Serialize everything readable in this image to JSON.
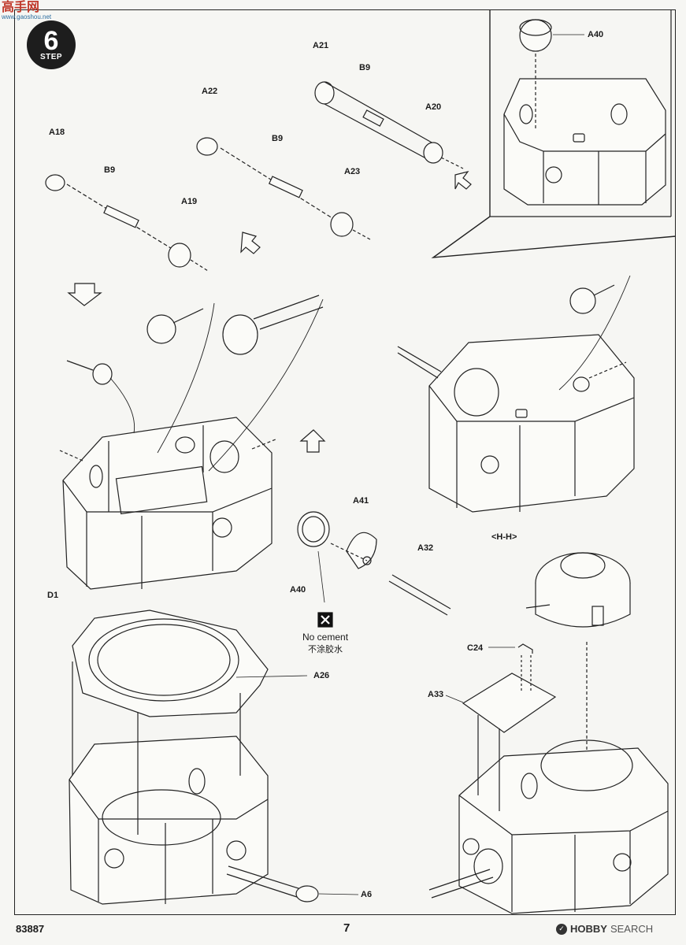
{
  "watermark": {
    "text": "高手网",
    "sub": "www.gaoshou.net"
  },
  "step": {
    "word": "STEP",
    "number": "6"
  },
  "parts": {
    "a21": "A21",
    "b9_top": "B9",
    "a20": "A20",
    "a22": "A22",
    "a18": "A18",
    "b9_mid": "B9",
    "b9_left": "B9",
    "a23": "A23",
    "a19": "A19",
    "a40_inset": "A40",
    "d1": "D1",
    "a41": "A41",
    "a32": "A32",
    "a40_bottom": "A40",
    "hh": "<H-H>",
    "c24": "C24",
    "a33": "A33",
    "a26": "A26",
    "a6": "A6"
  },
  "note": {
    "no_cement_en": "No cement",
    "no_cement_cn": "不涂胶水"
  },
  "footer": {
    "code": "83887",
    "page": "7"
  },
  "brand": {
    "mark": "✓",
    "name": "HOBBY",
    "suffix": "SEARCH"
  }
}
